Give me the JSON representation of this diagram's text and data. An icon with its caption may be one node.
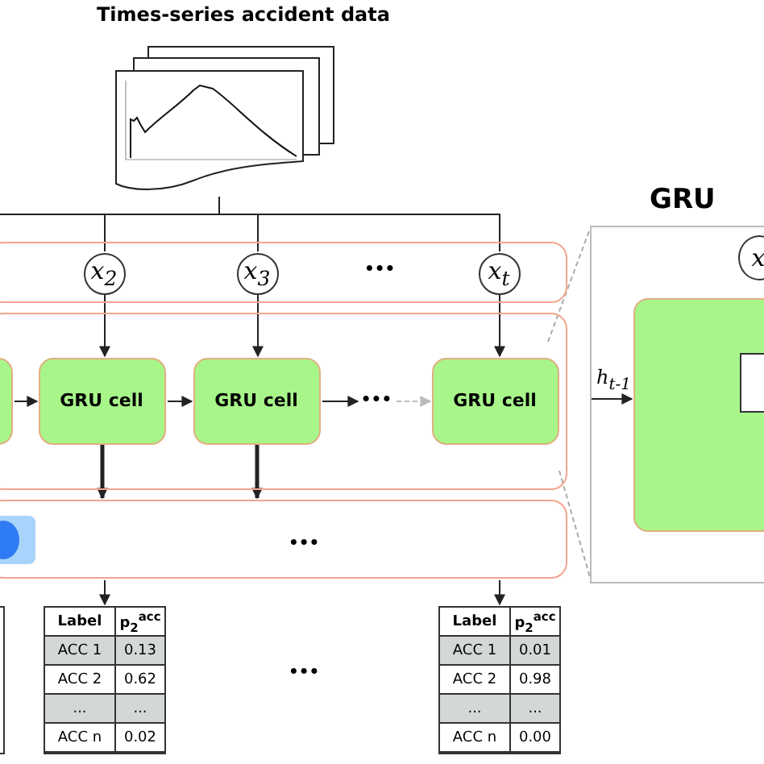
{
  "diagram": {
    "nodes": [
      {
        "text": [
          "Times-series accident data"
        ]
      },
      {
        "text": [],
        "shape": "box"
      },
      {
        "text": [
          "x$_{2}$"
        ],
        "in": 1
      },
      {
        "text": [
          "x$_{3}$"
        ],
        "in": 1
      },
      {
        "text": [
          "x$_{t}$"
        ],
        "in": 1
      },
      {
        "text": [],
        "shape": "box"
      },
      {
        "text": [],
        "shape": "box",
        "in": 5
      },
      {
        "text": [
          "GRU cell"
        ],
        "in": 5
      },
      {
        "text": [
          "GRU cell"
        ],
        "in": 5
      },
      {
        "text": [
          "•••"
        ],
        "in": 5
      },
      {
        "text": [
          "GRU cell"
        ],
        "in": 5
      },
      {
        "text": [],
        "shape": "box"
      },
      {
        "text": [],
        "shape": "circle",
        "in": 11
      },
      {
        "text": [],
        "shape": "box"
      },
      {
        "text": [
          "Label",
          "p$_{2}$$^{acc}$",
          "ACC 1",
          "0.13",
          "ACC 2",
          "0.62",
          "...",
          "...",
          "ACC n",
          "0.02"
        ]
      },
      {
        "text": [
          "Label",
          "p$_{2}$$^{acc}$",
          "ACC 1",
          "0.01",
          "ACC 2",
          "0.98",
          "...",
          "...",
          "ACC n",
          "0.00"
        ]
      },
      {
        "text": [
          "GRU"
        ]
      },
      {
        "text": [
          "x"
        ],
        "in": 16
      },
      {
        "text": [],
        "shape": "box",
        "in": 16
      },
      {
        "text": [],
        "shape": "box",
        "in": 18
      }
    ],
    "edges": [
      {
        "from": 0,
        "to": 2,
        "arrow": "none"
      },
      {
        "from": 0,
        "to": 3,
        "arrow": "none"
      },
      {
        "from": 0,
        "to": 4,
        "arrow": "none"
      },
      {
        "from": 0,
        "to": null,
        "arrow": "none"
      },
      {
        "from": 2,
        "to": 7,
        "arrow": "to"
      },
      {
        "from": 3,
        "to": 8,
        "arrow": "to"
      },
      {
        "from": 4,
        "to": 10,
        "arrow": "to"
      },
      {
        "from": 6,
        "to": 7,
        "arrow": "to"
      },
      {
        "from": 7,
        "to": 8,
        "arrow": "to"
      },
      {
        "from": 8,
        "to": 9,
        "arrow": "to"
      },
      {
        "from": 9,
        "to": 10,
        "arrow": "to",
        "style": "dashed",
        "color": "#bbbbbb"
      },
      {
        "from": 7,
        "to": 11,
        "arrow": "to",
        "style": "thick"
      },
      {
        "from": 8,
        "to": 11,
        "arrow": "to",
        "style": "thick"
      },
      {
        "from": 11,
        "to": 14,
        "arrow": "to"
      },
      {
        "from": 11,
        "to": 15,
        "arrow": "to"
      },
      {
        "from": 5,
        "to": 16,
        "arrow": "none",
        "style": "dashed",
        "color": "#aaaaaa"
      },
      {
        "from": 5,
        "to": 16,
        "arrow": "none",
        "style": "dashed",
        "color": "#aaaaaa"
      },
      {
        "from": null,
        "to": 18,
        "arrow": "to",
        "label": "h$_{t-1}$"
      }
    ],
    "labels": [
      "•••",
      "•••",
      "•••"
    ]
  }
}
